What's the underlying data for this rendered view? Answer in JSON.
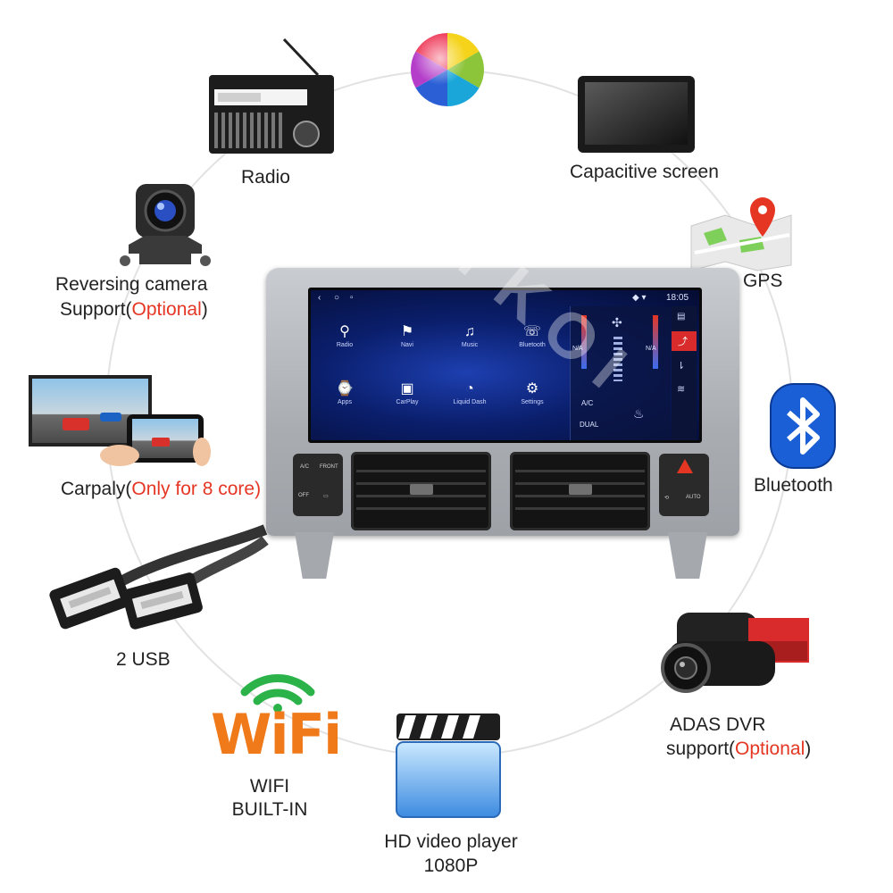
{
  "features": {
    "radio": "Radio",
    "capacitive_screen": "Capacitive screen",
    "gps": "GPS",
    "reversing_camera_line1": "Reversing camera",
    "reversing_camera_line2": "Support(",
    "reversing_camera_optional": "Optional",
    "reversing_camera_close": ")",
    "bluetooth": "Bluetooth",
    "carplay_main": "Carpaly(",
    "carplay_note": "Only for 8 core)",
    "usb": "2 USB",
    "adas_line1": "ADAS DVR",
    "adas_line2": "support(",
    "adas_optional": "Optional",
    "adas_close": ")",
    "wifi_logo": "WiFi",
    "wifi_line1": "WIFI",
    "wifi_line2": "BUILT-IN",
    "video_line1": "HD video player",
    "video_line2": "1080P"
  },
  "screen": {
    "time": "18:05",
    "apps": [
      {
        "label": "Radio",
        "icon": "antenna-icon"
      },
      {
        "label": "Navi",
        "icon": "map-pin-icon"
      },
      {
        "label": "Music",
        "icon": "music-note-icon"
      },
      {
        "label": "Bluetooth",
        "icon": "phone-icon"
      },
      {
        "label": "Apps",
        "icon": "watch-icon"
      },
      {
        "label": "CarPlay",
        "icon": "carplay-icon"
      },
      {
        "label": "Liquid Dash",
        "icon": "gauge-icon"
      },
      {
        "label": "Settings",
        "icon": "gear-icon"
      }
    ],
    "climate_left": "N/A",
    "climate_right": "N/A",
    "ac_label": "A/C",
    "dual_label": "DUAL"
  },
  "dash_buttons": {
    "front": "FRONT",
    "off": "OFF",
    "auto": "AUTO"
  },
  "watermark": "FYKOI",
  "colors": {
    "accent_red": "#e53624",
    "bluetooth_blue": "#1a5fd6",
    "wifi_green": "#2bb34a",
    "wifi_orange": "#f07a1a"
  }
}
